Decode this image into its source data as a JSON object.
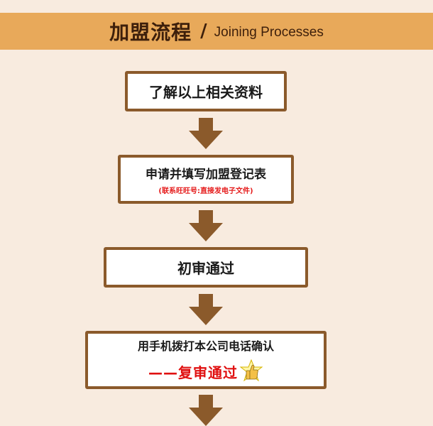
{
  "header": {
    "title": "加盟流程",
    "slash": "/",
    "subtitle": "Joining Processes"
  },
  "steps": [
    {
      "label": "了解以上相关资料"
    },
    {
      "label": "申请并填写加盟登记表",
      "note": "(联系旺旺号:直接发电子文件)"
    },
    {
      "label": "初审通过"
    },
    {
      "label": "用手机拨打本公司电话确认",
      "sub_label": "——复审通过"
    }
  ],
  "colors": {
    "header_bg": "#e8a95a",
    "page_bg": "#f8ebdf",
    "box_border": "#8b5a2b",
    "arrow": "#8b5a2b",
    "note_red": "#e51c1c"
  },
  "icons": [
    "down-arrow-icon",
    "thumbs-up-icon"
  ]
}
